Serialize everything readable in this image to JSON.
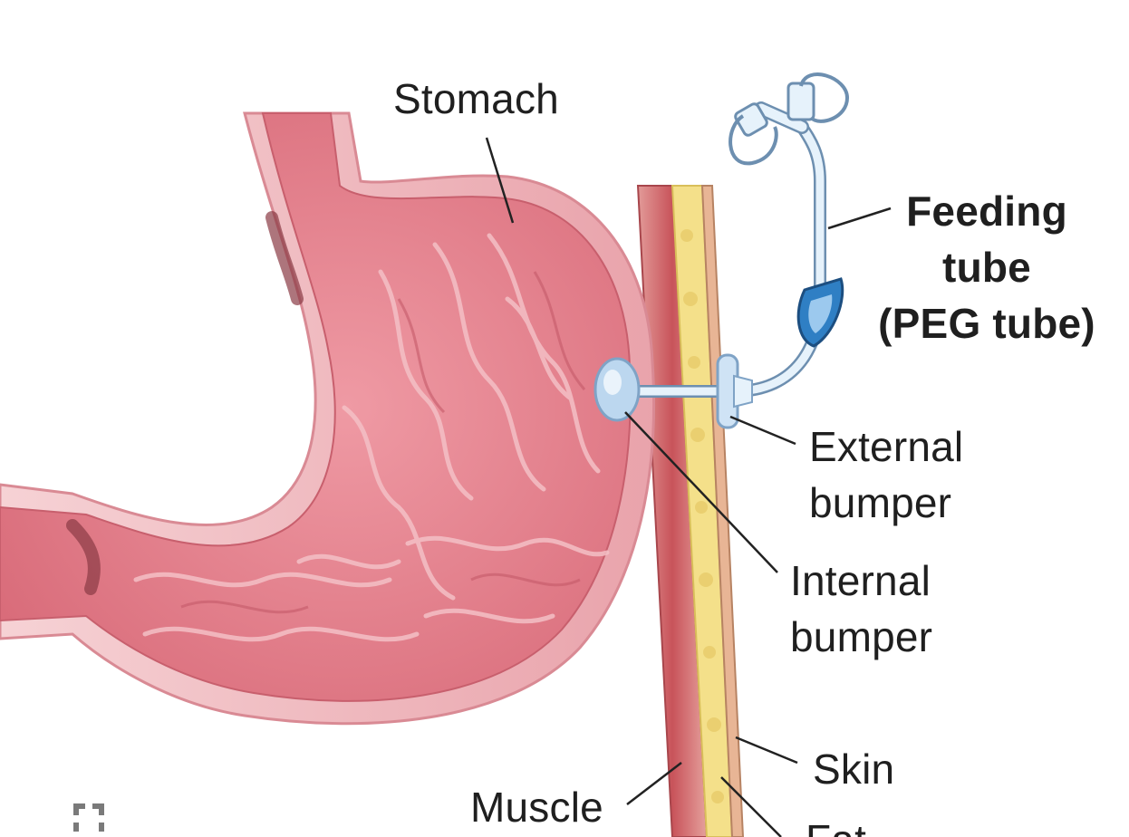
{
  "labels": {
    "stomach": "Stomach",
    "feeding_tube_line1": "Feeding",
    "feeding_tube_line2": "tube",
    "feeding_tube_line3": "(PEG tube)",
    "external_bumper_line1": "External",
    "external_bumper_line2": "bumper",
    "internal_bumper_line1": "Internal",
    "internal_bumper_line2": "bumper",
    "skin": "Skin",
    "muscle": "Muscle",
    "fat": "Fat"
  },
  "icons": {
    "corner": "expand-icon"
  },
  "colors": {
    "stomach_wall": "#e9a3ab",
    "stomach_inner": "#de7d89",
    "stomach_fold": "#f2b9bf",
    "muscle": "#c8535a",
    "fat": "#f4e08a",
    "skin": "#eec2a6",
    "tube": "#d9ecf8",
    "tube_outline": "#6d8fb0",
    "clamp": "#2f7fc4",
    "text": "#1f1f1f"
  }
}
